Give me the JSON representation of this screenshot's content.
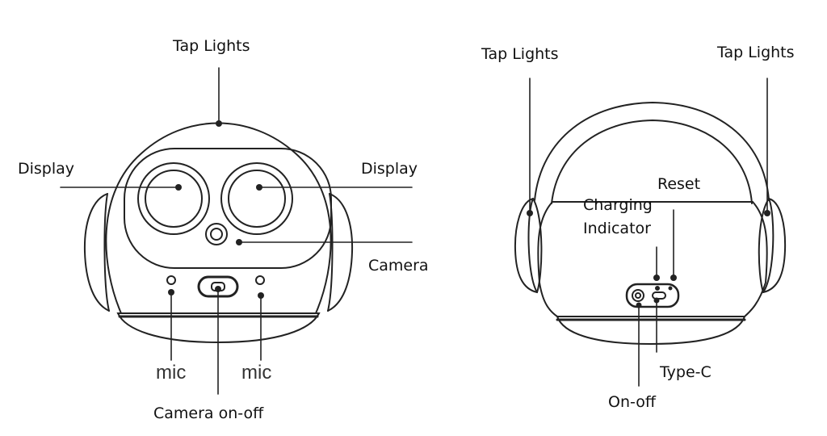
{
  "front": {
    "tap_lights": "Tap Lights",
    "display_left": "Display",
    "display_right": "Display",
    "camera": "Camera",
    "mic_left": "mic",
    "mic_right": "mic",
    "camera_onoff": "Camera on-off"
  },
  "back": {
    "tap_lights_left": "Tap Lights",
    "tap_lights_right": "Tap Lights",
    "reset": "Reset",
    "charging_indicator_line1": "Charging",
    "charging_indicator_line2": "Indicator",
    "type_c": "Type-C",
    "on_off": "On-off"
  },
  "colors": {
    "line": "#222222",
    "label": "#111111",
    "mic_label": "#333333"
  }
}
